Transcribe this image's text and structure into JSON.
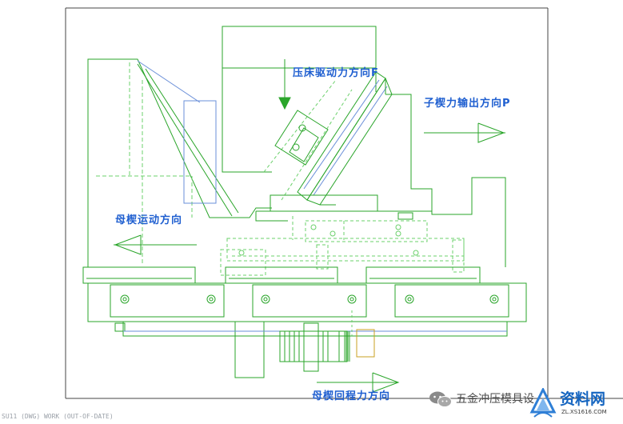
{
  "labels": {
    "press_drive": "压床驱动力方向F",
    "wedge_output": "子楔力输出方向P",
    "driver_motion": "母楔运动方向",
    "driver_return": "母楔回程力方向"
  },
  "status_bar": "SU11 (DWG) WORK (OUT-OF-DATE)",
  "watermark": {
    "text": "五金冲压模具设",
    "brand": "资料网",
    "url": "ZL.XS1616.COM"
  },
  "colors": {
    "outline": "#2aa52a",
    "hidden": "#6bd06b",
    "blue": "#6a8fd8",
    "label": "#1f5fd0",
    "frame": "#444444",
    "bronze": "#c8a020"
  }
}
